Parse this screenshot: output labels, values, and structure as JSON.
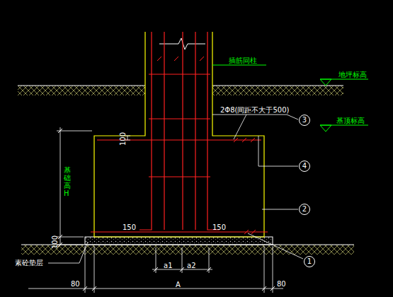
{
  "diagram": {
    "nodes": [
      {
        "text": [
          "3"
        ]
      },
      {
        "text": [
          "4"
        ]
      },
      {
        "text": [
          "2"
        ]
      },
      {
        "text": [
          "1"
        ]
      }
    ],
    "labels": [
      "插筋同柱",
      "地坪标高",
      "基顶标高",
      "2Φ8(间距不大于500)",
      "100",
      "基础高H",
      "100",
      "150",
      "150",
      "素砼垫层",
      "a1",
      "a2",
      "A",
      "80",
      "80"
    ]
  }
}
